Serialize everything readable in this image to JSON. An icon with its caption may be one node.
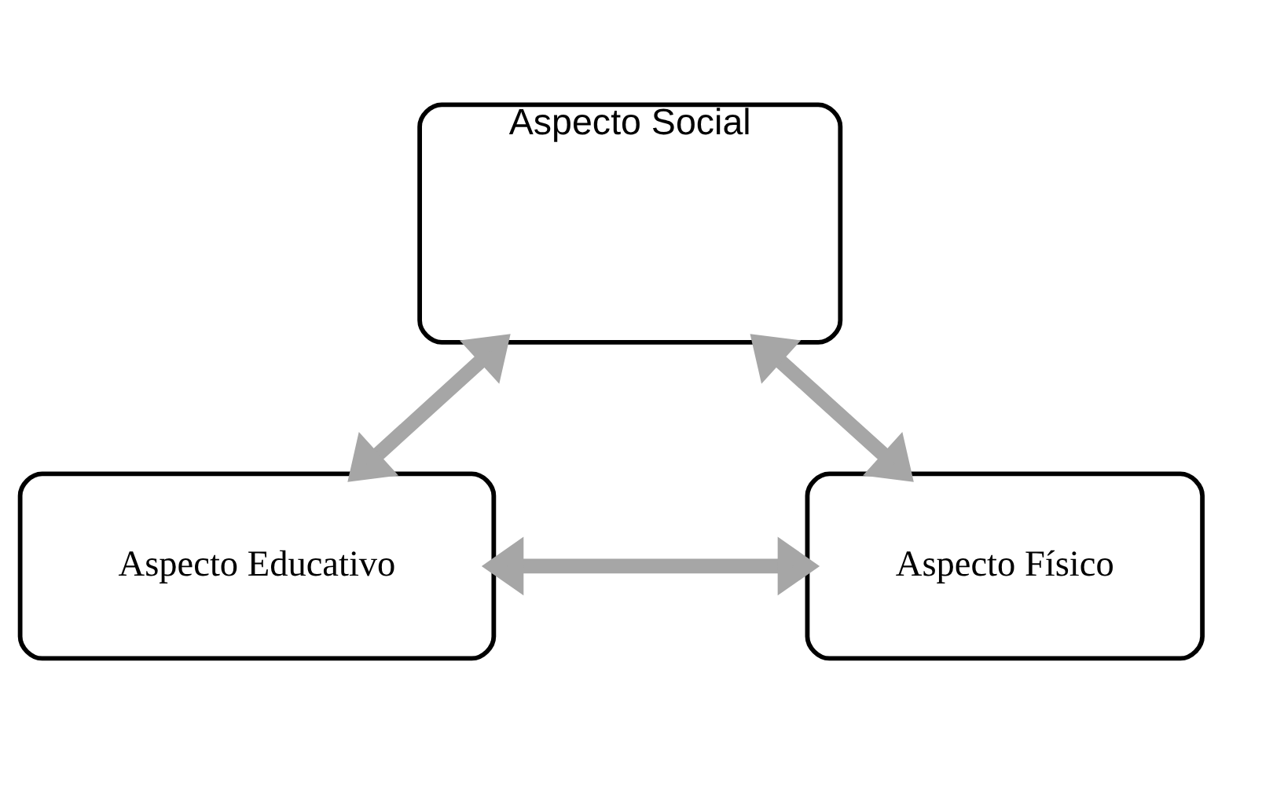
{
  "diagram": {
    "nodes": [
      {
        "text": [
          "Aspecto Social"
        ]
      },
      {
        "text": [
          "Aspecto Educativo"
        ]
      },
      {
        "text": [
          "Aspecto Físico"
        ]
      }
    ],
    "edges": [
      {
        "from": 0,
        "to": 1,
        "arrow": "both"
      },
      {
        "from": 0,
        "to": 2,
        "arrow": "both"
      },
      {
        "from": 1,
        "to": 2,
        "arrow": "both"
      }
    ]
  }
}
